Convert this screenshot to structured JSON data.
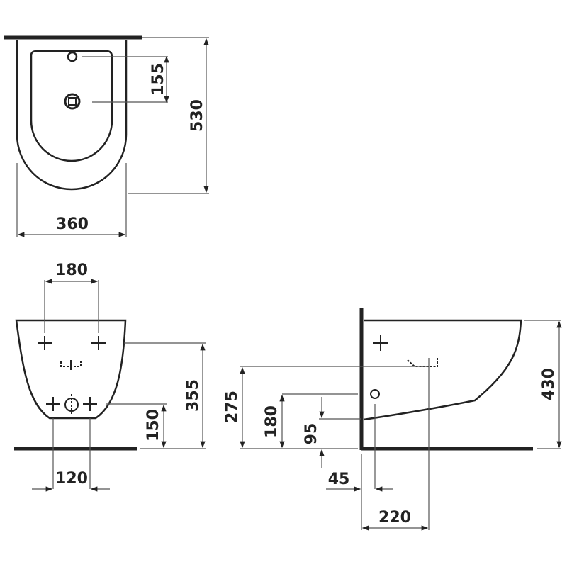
{
  "diagram": {
    "subject": "Wall-hung bidet dimension drawing",
    "colors": {
      "line": "#222222",
      "thin": "#555555",
      "background": "#ffffff"
    },
    "top_view": {
      "dimensions": {
        "width": "360",
        "depth": "530",
        "tap_to_outlet": "155"
      }
    },
    "front_view": {
      "dimensions": {
        "fixing_spacing_top": "180",
        "fixing_spacing_bottom": "120",
        "lower_fix_height": "150",
        "upper_fix_height": "355"
      }
    },
    "side_view": {
      "dimensions": {
        "height": "430",
        "upper_height": "275",
        "water_inlet_height": "180",
        "outlet_height": "95",
        "outlet_offset": "45",
        "fixing_depth": "220"
      }
    }
  }
}
